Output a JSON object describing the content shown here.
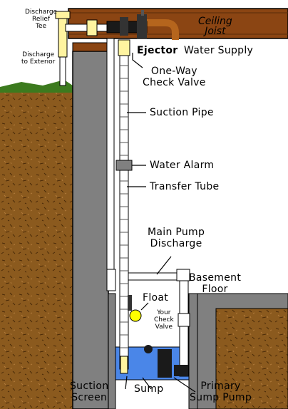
{
  "labels": {
    "discharge_relief_tee": [
      "Discharge",
      "Relief",
      "Tee"
    ],
    "discharge_to_exterior": [
      "Discharge",
      "to Exterior"
    ],
    "ceiling_joist": [
      "Ceiling",
      "Joist"
    ],
    "ejector": "Ejector",
    "water_supply": "Water Supply",
    "one_way_check_valve": [
      "One-Way",
      "Check Valve"
    ],
    "suction_pipe": "Suction Pipe",
    "water_alarm": "Water Alarm",
    "transfer_tube": "Transfer Tube",
    "main_pump_discharge": [
      "Main Pump",
      "Discharge"
    ],
    "basement_floor": [
      "Basement",
      "Floor"
    ],
    "float": "Float",
    "your_check_valve": [
      "Your",
      "Check",
      "Valve"
    ],
    "suction_screen": [
      "Suction",
      "Screen"
    ],
    "sump": "Sump",
    "primary_sump_pump": [
      "Primary",
      "Sump Pump"
    ]
  },
  "colors": {
    "soil": "#8b5a1e",
    "concrete": "#808080",
    "joist": "#8b4513",
    "pipe": "#ffffff",
    "fitting": "#fff4a0",
    "water": "#4a86e8",
    "copper": "#b5651d",
    "float": "#ffff00",
    "pump": "#1a1a1a"
  }
}
